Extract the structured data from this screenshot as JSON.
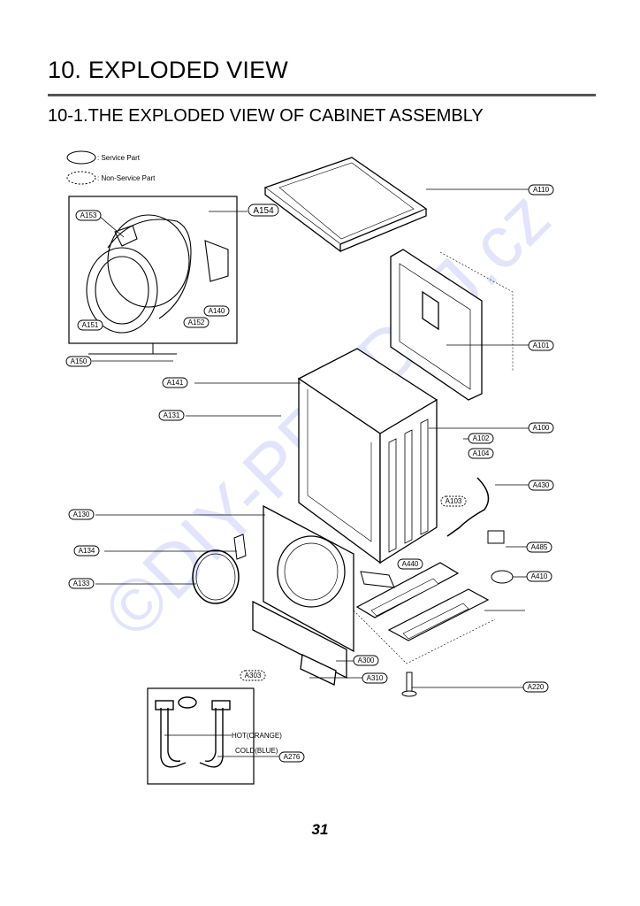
{
  "title": "10. EXPLODED VIEW",
  "subtitle": "10-1.THE EXPLODED VIEW OF CABINET ASSEMBLY",
  "legend": {
    "service": ": Service Part",
    "non_service": ": Non-Service Part"
  },
  "parts": {
    "A110": "A110",
    "A154": "A154",
    "A153": "A153",
    "A140": "A140",
    "A151": "A151",
    "A152": "A152",
    "A150": "A150",
    "A101": "A101",
    "A141": "A141",
    "A131": "A131",
    "A100": "A100",
    "A102": "A102",
    "A104": "A104",
    "A430": "A430",
    "A103": "A103",
    "A130": "A130",
    "A485": "A485",
    "A134": "A134",
    "A440": "A440",
    "A410": "A410",
    "A133": "A133",
    "A300": "A300",
    "A303": "A303",
    "A310": "A310",
    "A220": "A220",
    "A276": "A276"
  },
  "hose_labels": {
    "hot": "HOT(ORANGE)",
    "cold": "COLD(BLUE)"
  },
  "watermark": "©DIY-PRODEJ.cz",
  "page_number": "31"
}
